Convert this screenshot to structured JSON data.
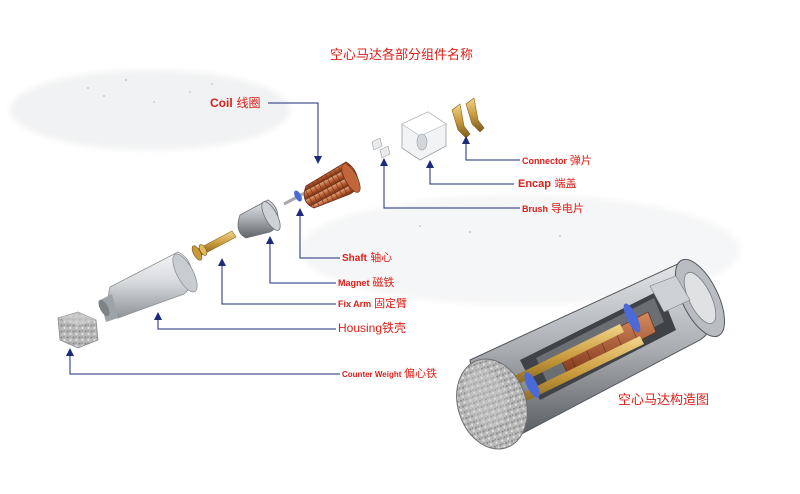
{
  "title": "空心马达各部分组件名称",
  "subtitle": "空心马达构造图",
  "labels": {
    "coil": {
      "en": "Coil",
      "zh": "线圈"
    },
    "connector": {
      "en": "Connector",
      "zh": "弹片"
    },
    "encap": {
      "en": "Encap",
      "zh": "端盖"
    },
    "brush": {
      "en": "Brush",
      "zh": "导电片"
    },
    "shaft": {
      "en": "Shaft",
      "zh": "轴心"
    },
    "magnet": {
      "en": "Magnet",
      "zh": "磁铁"
    },
    "fixarm": {
      "en": "Fix Arm",
      "zh": "固定臂"
    },
    "housing": {
      "en": "Housing",
      "zh": "铁壳"
    },
    "counterweight": {
      "en": "Counter Weight",
      "zh": "偏心铁"
    }
  },
  "colors": {
    "label": "#d9201a",
    "leader": "#1e2a7a",
    "copper": "#b5582e",
    "brass": "#c99a3c",
    "steel": "#c8ccd0",
    "accent_blue": "#4a6ad8"
  }
}
